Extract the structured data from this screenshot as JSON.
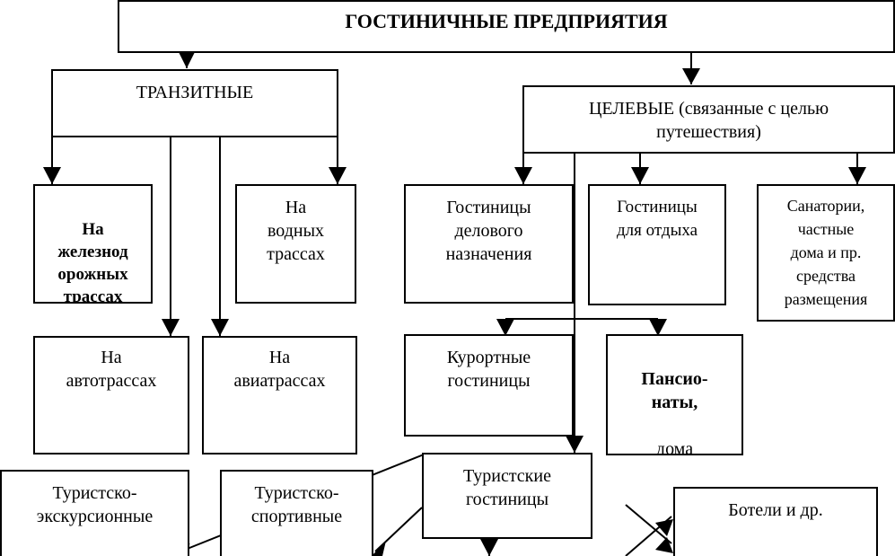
{
  "diagram": {
    "root": "ГОСТИНИЧНЫЕ ПРЕДПРИЯТИЯ",
    "transit": "ТРАНЗИТНЫЕ",
    "target": "ЦЕЛЕВЫЕ (связанные с целью\nпутешествия)",
    "rail": "На\nжелезнод\nорожных\nтрассах",
    "water": "На\nводных\nтрассах",
    "auto": "На\nавтотрассах",
    "avia": "На\nавиатрассах",
    "business": "Гостиницы\nделового\nназначения",
    "rest": "Гостиницы\nдля отдыха",
    "sanatorium": "Санатории,\nчастные\nдома и пр.\nсредства\nразмещения",
    "resort": "Курортные\nгостиницы",
    "pension_bold": "Пансио-\nнаты,",
    "pension_rest": "дома\nотдыха",
    "tourist": "Туристские\nгостиницы",
    "excursion": "Туристско-\nэкскурсионные",
    "sport": "Туристско-\nспортивные",
    "botels": "Ботели и др."
  }
}
